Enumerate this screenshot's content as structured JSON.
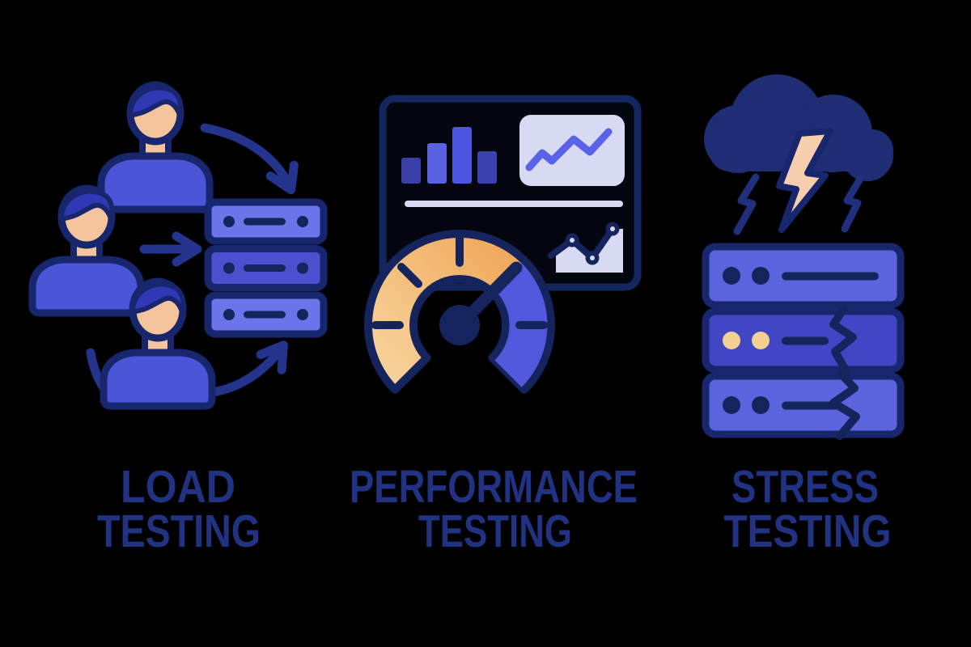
{
  "figure": "software-testing-types-infographic",
  "background_color": "#000000",
  "sections": [
    {
      "id": "load-testing",
      "icon": "users-to-server-icon",
      "icon_parts": [
        "user-avatar",
        "user-avatar",
        "user-avatar",
        "server-stack-icon",
        "curved-arrow-icon",
        "straight-arrow-icon",
        "curved-arrow-icon",
        "cycle-arc"
      ],
      "label_lines": [
        "LOAD",
        "TESTING"
      ]
    },
    {
      "id": "performance-testing",
      "icon": "dashboard-gauge-icon",
      "icon_parts": [
        "dashboard-panel",
        "bar-chart-icon",
        "line-chart-card-icon",
        "divider-line",
        "area-chart-card-icon",
        "speedometer-gauge-icon",
        "gauge-needle"
      ],
      "label_lines": [
        "PERFORMANCE",
        "TESTING"
      ]
    },
    {
      "id": "stress-testing",
      "icon": "storm-cracked-server-icon",
      "icon_parts": [
        "storm-cloud-icon",
        "lightning-bolt-icon",
        "small-lightning-icon",
        "small-lightning-icon",
        "cracked-server-stack-icon",
        "crack-line"
      ],
      "label_lines": [
        "STRESS",
        "TESTING"
      ]
    }
  ],
  "palette": {
    "outline": "#18266e",
    "navy": "#16245e",
    "arrow": "#24348d",
    "label": "#223283",
    "skin": "#f4c49c",
    "hair": "#3138b6",
    "body": "#4a55d8",
    "srv_light": "#6b74e8",
    "srv_dark": "#4a50ce",
    "panel": "#13265e",
    "panel_fill": "#04060f",
    "card": "#d8daf3",
    "chart_line": "#5a63e8",
    "bar1": "#3a3fa6",
    "bar2": "#5a62e2",
    "bar3": "#4c55e0",
    "bar4": "#3a42b2",
    "g_or1": "#f8d49e",
    "g_or2": "#efa14f",
    "g_blue": "#5158de",
    "cloud": "#1f2d74",
    "bolt": "#f8cfae",
    "bolt_line": "#20307e",
    "st_light": "#5b64dc",
    "st_dark": "#4147c4",
    "peach": "#f3cf92"
  }
}
